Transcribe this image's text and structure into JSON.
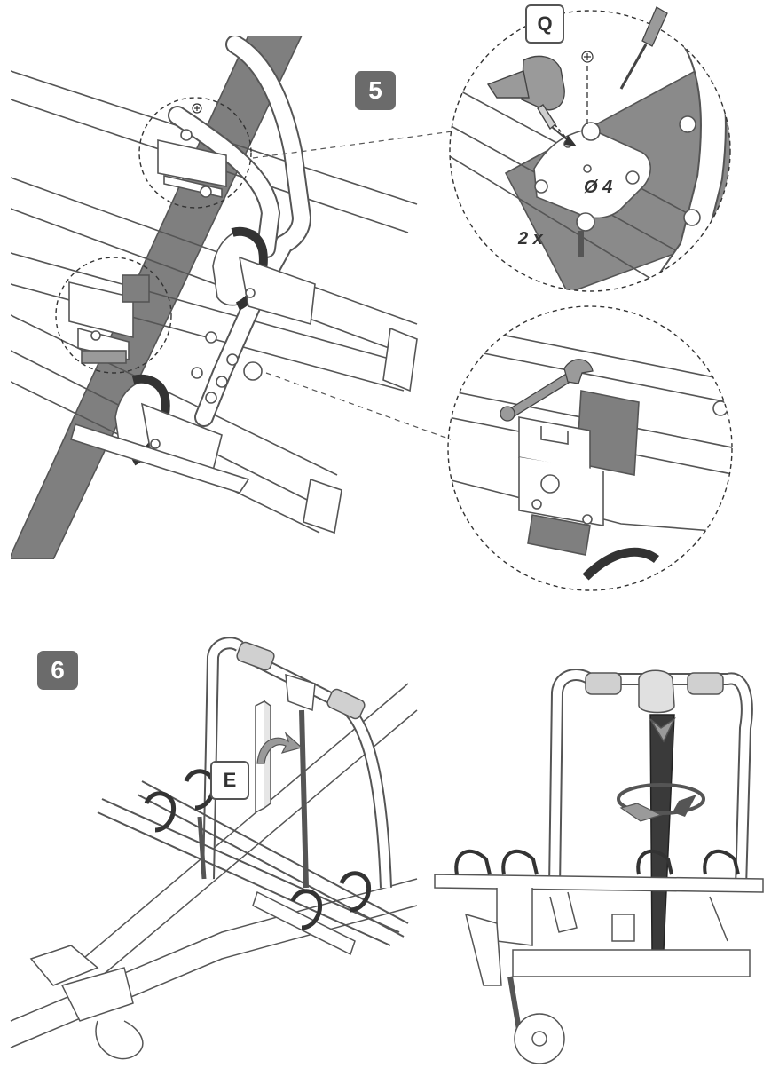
{
  "steps": [
    {
      "number": "5"
    },
    {
      "number": "6"
    }
  ],
  "callouts": {
    "detail_top_letter": "Q",
    "drill_size": "Ø 4",
    "quantity": "2 x",
    "part_letter": "E"
  },
  "colors": {
    "badge": "#6b6b6b",
    "crossbar": "#7a7a7a",
    "line": "#555555",
    "strap": "#3a3a3a",
    "highlight": "#cfcfcf"
  },
  "icons": [
    "screwdriver-icon",
    "drill-icon",
    "wrench-icon",
    "screw-icon",
    "rotate-arrow-icon"
  ]
}
